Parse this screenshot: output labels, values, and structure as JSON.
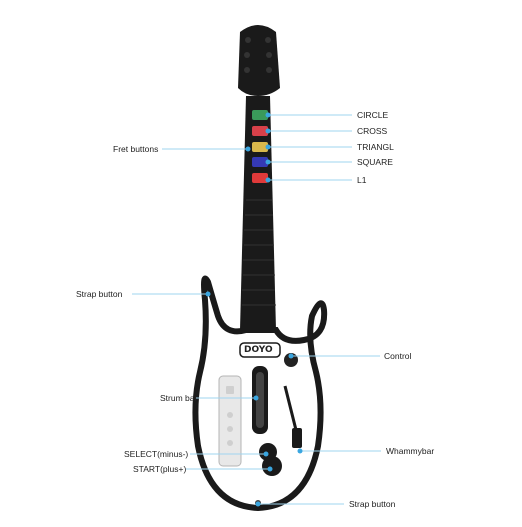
{
  "brand": "DOYO",
  "labels": {
    "circle": "CIRCLE",
    "cross": "CROSS",
    "triangle": "TRIANGL",
    "square": "SQUARE",
    "l1": "L1",
    "fret_buttons": "Fret buttons",
    "strap_button_left": "Strap  button",
    "control": "Control",
    "strum_bar": "Strum bar",
    "select": "SELECT(minus-)",
    "start": "START(plus+)",
    "whammy_bar": "Whammybar",
    "strap_button_bottom": "Strap button"
  },
  "colors": {
    "body": "#ffffff",
    "neck": "#1a1a1a",
    "fret_green": "#3a9a5a",
    "fret_red": "#d8414a",
    "fret_yellow": "#d9b84c",
    "fret_blue": "#3539b5",
    "fret_red2": "#e03a3a",
    "callout_dot": "#3aa6e0",
    "callout_line": "#9fd4ef"
  }
}
